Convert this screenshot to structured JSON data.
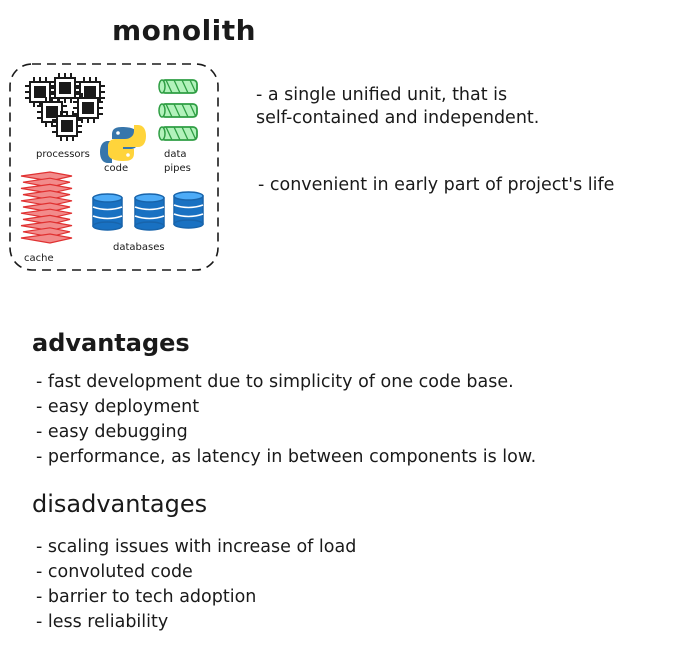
{
  "title": "monolith",
  "description": {
    "line1": "- a single unified unit, that is",
    "line1b": "self-contained and independent.",
    "line2": "- convenient in early part of project's life"
  },
  "diagram": {
    "labels": {
      "processors": "processors",
      "code": "code",
      "data": "data",
      "pipes": "pipes",
      "cache": "cache",
      "databases": "databases"
    },
    "colors": {
      "cache": "#f28b8b",
      "cache_stroke": "#e03131",
      "pipes": "#b2f2bb",
      "pipes_stroke": "#2f9e44",
      "databases": "#1971c2",
      "databases_stroke": "#1864ab",
      "python_blue": "#3776ab",
      "python_yellow": "#ffd43b"
    },
    "icons": [
      "processor-chip-icon",
      "python-logo-icon",
      "data-pipe-icon",
      "cache-stack-icon",
      "database-cylinder-icon"
    ]
  },
  "advantages": {
    "heading": "advantages",
    "items": [
      "- fast development due to simplicity of one code base.",
      "- easy deployment",
      "- easy debugging",
      "- performance, as latency in between components is low."
    ]
  },
  "disadvantages": {
    "heading": "disadvantages",
    "items": [
      "- scaling issues with increase of load",
      "- convoluted code",
      "- barrier to tech adoption",
      "- less reliability"
    ]
  }
}
